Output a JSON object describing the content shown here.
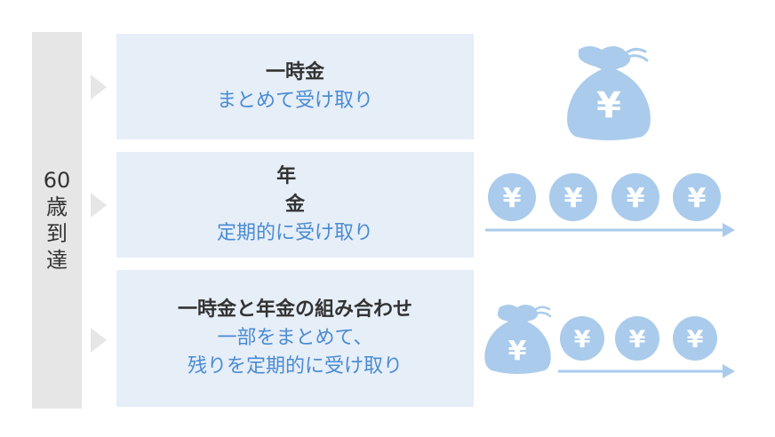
{
  "side_label": [
    "60",
    "歳",
    "到",
    "達"
  ],
  "options": [
    {
      "title": "一時金",
      "description": [
        "まとめて受け取り"
      ]
    },
    {
      "title": "年金",
      "description": [
        "定期的に受け取り"
      ]
    },
    {
      "title": "一時金と年金の組み合わせ",
      "description": [
        "一部をまとめて、",
        "残りを定期的に受け取り"
      ]
    }
  ],
  "icon_symbol": "¥",
  "icons": {
    "lump_sum": [
      "money-bag-icon"
    ],
    "pension": [
      "yen-coin-icon",
      "yen-coin-icon",
      "yen-coin-icon",
      "yen-coin-icon",
      "arrow-right-icon"
    ],
    "combination": [
      "money-bag-icon",
      "yen-coin-icon",
      "yen-coin-icon",
      "yen-coin-icon",
      "arrow-right-icon"
    ]
  },
  "colors": {
    "side_background": "#e6e6e6",
    "box_background": "#e6eef8",
    "accent_text": "#4a8bd2",
    "icon_fill": "#aacbeb",
    "title_text": "#333333"
  }
}
